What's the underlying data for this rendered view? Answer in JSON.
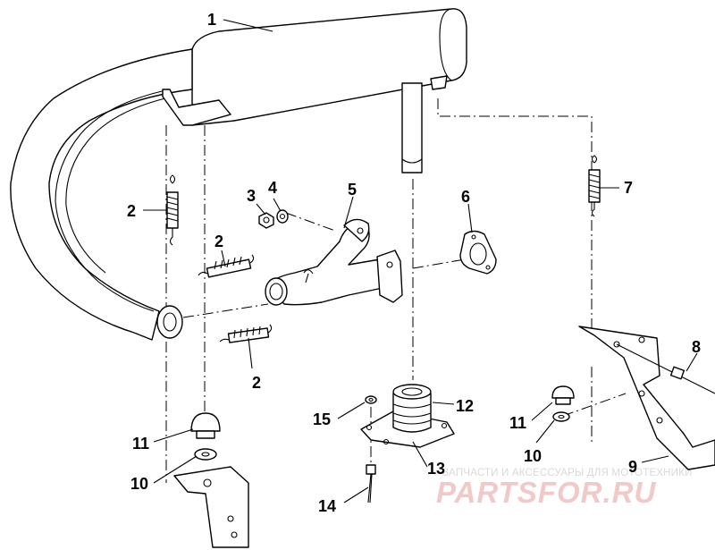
{
  "watermark": {
    "caption": "ЗАПЧАСТИ И АКСЕССУАРЫ ДЛЯ МОТОТЕХНИКИ",
    "logo": "PARTSFOR.RU"
  },
  "callouts": [
    {
      "id": "c1",
      "label": "1"
    },
    {
      "id": "c2a",
      "label": "2"
    },
    {
      "id": "c2b",
      "label": "2"
    },
    {
      "id": "c2c",
      "label": "2"
    },
    {
      "id": "c3",
      "label": "3"
    },
    {
      "id": "c4",
      "label": "4"
    },
    {
      "id": "c5",
      "label": "5"
    },
    {
      "id": "c6",
      "label": "6"
    },
    {
      "id": "c7",
      "label": "7"
    },
    {
      "id": "c8",
      "label": "8"
    },
    {
      "id": "c9",
      "label": "9"
    },
    {
      "id": "c10a",
      "label": "10"
    },
    {
      "id": "c10b",
      "label": "10"
    },
    {
      "id": "c11a",
      "label": "11"
    },
    {
      "id": "c11b",
      "label": "11"
    },
    {
      "id": "c12",
      "label": "12"
    },
    {
      "id": "c13",
      "label": "13"
    },
    {
      "id": "c14",
      "label": "14"
    },
    {
      "id": "c15",
      "label": "15"
    }
  ]
}
